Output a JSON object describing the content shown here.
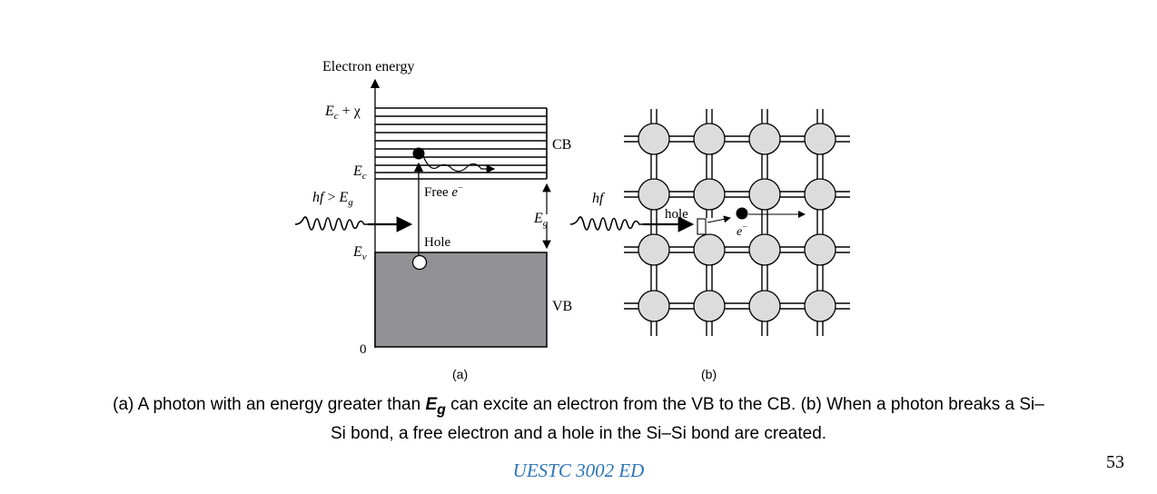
{
  "panel_a": {
    "axis_label": "Electron energy",
    "level_top": "E_c + χ",
    "level_ec": "E_c",
    "level_ev": "E_v",
    "zero": "0",
    "cb_label": "CB",
    "vb_label": "VB",
    "photon_label": "hf > E_g",
    "free_label": "Free e⁻",
    "hole_label": "Hole",
    "gap_label": "E_g",
    "panel_label": "(a)"
  },
  "panel_b": {
    "photon_label": "hf",
    "hole_label": "hole",
    "electron_label": "e⁻",
    "panel_label": "(b)"
  },
  "caption": {
    "line1_before": "(a) A photon with an energy greater than ",
    "line1_eg": "E",
    "line1_sub": "g",
    "line1_after": " can excite an electron from the VB to the CB. (b) When a photon breaks a Si–",
    "line2": "Si bond, a free electron and a hole in the Si–Si bond are created."
  },
  "footer": "UESTC 3002 ED",
  "page_number": "53",
  "colors": {
    "vb_fill": "#929296",
    "footer_blue": "#2e75b6",
    "atom_fill": "#dcdcdc"
  }
}
